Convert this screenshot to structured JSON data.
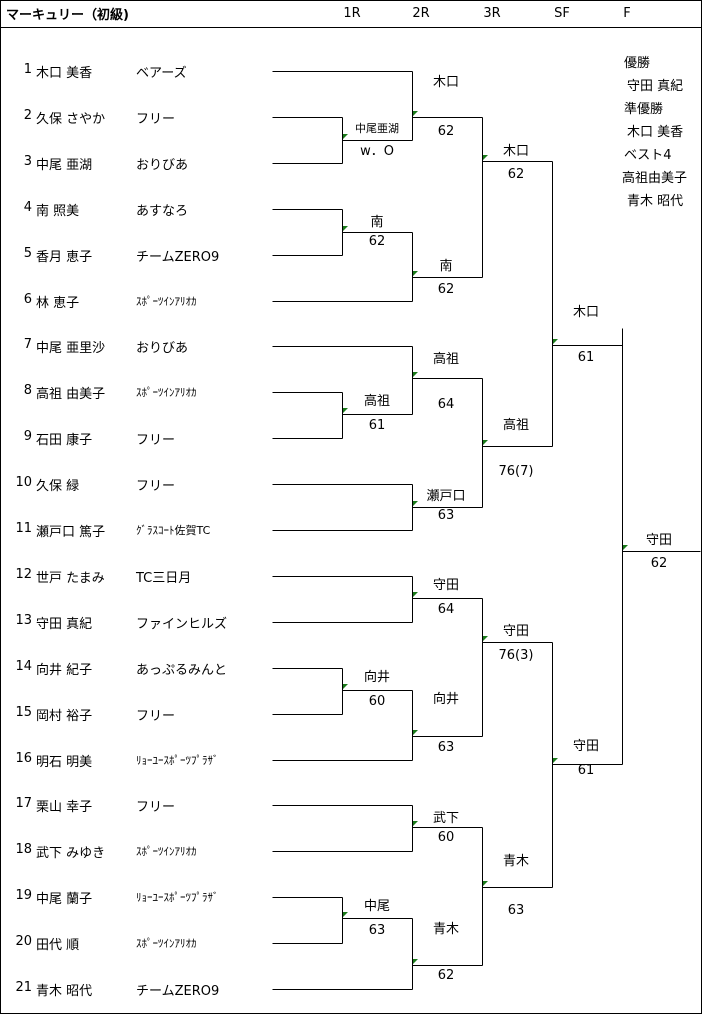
{
  "title": "マーキュリー（初級)",
  "rounds": [
    "1R",
    "2R",
    "3R",
    "SF",
    "F"
  ],
  "players": [
    {
      "num": "1",
      "name": "木口  美香",
      "club": "ベアーズ"
    },
    {
      "num": "2",
      "name": "久保  さやか",
      "club": "フリー"
    },
    {
      "num": "3",
      "name": "中尾  亜湖",
      "club": "おりびあ"
    },
    {
      "num": "4",
      "name": "南  照美",
      "club": "あすなろ"
    },
    {
      "num": "5",
      "name": "香月  恵子",
      "club": "チームZERO9"
    },
    {
      "num": "6",
      "name": "林  恵子",
      "club": "ｽﾎﾟｰﾂｲﾝｱﾘｵｶ"
    },
    {
      "num": "7",
      "name": "中尾  亜里沙",
      "club": "おりびあ"
    },
    {
      "num": "8",
      "name": "高祖  由美子",
      "club": "ｽﾎﾟｰﾂｲﾝｱﾘｵｶ"
    },
    {
      "num": "9",
      "name": "石田  康子",
      "club": "フリー"
    },
    {
      "num": "10",
      "name": "久保  緑",
      "club": "フリー"
    },
    {
      "num": "11",
      "name": "瀬戸口  篤子",
      "club": "ｸﾞﾗｽｺｰﾄ佐賀TC"
    },
    {
      "num": "12",
      "name": "世戸 たまみ",
      "club": "TC三日月"
    },
    {
      "num": "13",
      "name": "守田  真紀",
      "club": "ファインヒルズ"
    },
    {
      "num": "14",
      "name": "向井  紀子",
      "club": "あっぷるみんと"
    },
    {
      "num": "15",
      "name": "岡村  裕子",
      "club": "フリー"
    },
    {
      "num": "16",
      "name": "明石  明美",
      "club": "ﾘｮｰﾕｰｽﾎﾟｰﾂﾌﾟﾗｻﾞ"
    },
    {
      "num": "17",
      "name": "栗山  幸子",
      "club": "フリー"
    },
    {
      "num": "18",
      "name": "武下  みゆき",
      "club": "ｽﾎﾟｰﾂｲﾝｱﾘｵｶ"
    },
    {
      "num": "19",
      "name": "中尾  蘭子",
      "club": "ﾘｮｰﾕｰｽﾎﾟｰﾂﾌﾟﾗｻﾞ"
    },
    {
      "num": "20",
      "name": "田代  順",
      "club": "ｽﾎﾟｰﾂｲﾝｱﾘｵｶ"
    },
    {
      "num": "21",
      "name": "青木  昭代",
      "club": "チームZERO9"
    }
  ],
  "matches": {
    "r1_2_3": {
      "winner": "中尾亜湖",
      "score": "w．O"
    },
    "r1_4_5": {
      "winner": "南",
      "score": "62"
    },
    "r1_8_9": {
      "winner": "高祖",
      "score": "61"
    },
    "r1_14_15": {
      "winner": "向井",
      "score": "60"
    },
    "r1_19_20": {
      "winner": "中尾",
      "score": "63"
    },
    "r2_a": {
      "winner": "木口",
      "score": "62"
    },
    "r2_b": {
      "winner": "南",
      "score": "62"
    },
    "r2_c": {
      "winner": "高祖",
      "score": "64"
    },
    "r2_d": {
      "winner": "瀬戸口",
      "score": "63"
    },
    "r2_e": {
      "winner": "守田",
      "score": "64"
    },
    "r2_f": {
      "winner": "向井",
      "score": "63"
    },
    "r2_g": {
      "winner": "武下",
      "score": "60"
    },
    "r2_h": {
      "winner": "青木",
      "score": "62"
    },
    "r3_a": {
      "winner": "木口",
      "score": "62"
    },
    "r3_b": {
      "winner": "高祖",
      "score": "76(7)"
    },
    "r3_c": {
      "winner": "守田",
      "score": "76(3)"
    },
    "r3_d": {
      "winner": "青木",
      "score": "63"
    },
    "sf_a": {
      "winner": "木口",
      "score": "61"
    },
    "sf_b": {
      "winner": "守田",
      "score": "61"
    },
    "final": {
      "winner": "守田",
      "score": "62"
    }
  },
  "results": {
    "champion_label": "優勝",
    "champion": "守田  真紀",
    "runner_up_label": "準優勝",
    "runner_up": "木口  美香",
    "best4_label": "ベスト4",
    "best4": [
      "高祖由美子",
      "青木  昭代"
    ]
  },
  "colors": {
    "line": "#000000",
    "marker": "#1a7a1a"
  }
}
